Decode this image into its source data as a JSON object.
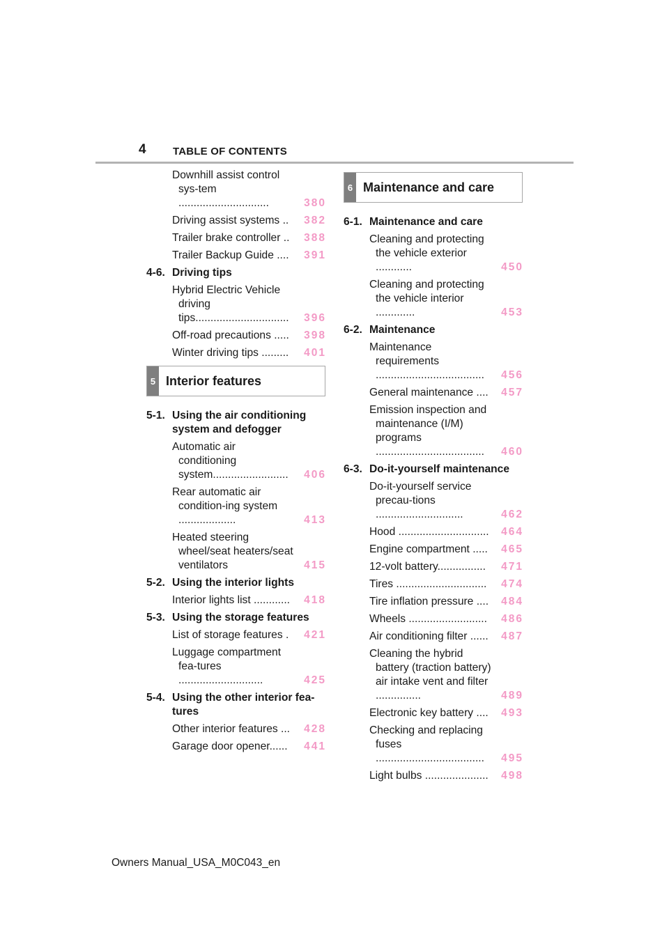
{
  "header": {
    "page_number": "4",
    "title": "TABLE OF CONTENTS"
  },
  "left": {
    "entries_a": [
      {
        "text": "Downhill assist control sys-tem ..............................",
        "page": "380"
      },
      {
        "text": "Driving assist systems ..",
        "page": "382"
      },
      {
        "text": "Trailer brake controller ..",
        "page": "388"
      },
      {
        "text": "Trailer Backup Guide ....",
        "page": "391"
      }
    ],
    "sec_4_6": {
      "num": "4-6.",
      "title": "Driving tips"
    },
    "entries_b": [
      {
        "text": "Hybrid Electric Vehicle driving tips...............................",
        "page": "396"
      },
      {
        "text": "Off-road precautions .....",
        "page": "398"
      },
      {
        "text": "Winter driving tips .........",
        "page": "401"
      }
    ],
    "chapter5": {
      "num": "5",
      "title": "Interior features"
    },
    "sec_5_1": {
      "num": "5-1.",
      "title": "Using the air conditioning system and defogger"
    },
    "entries_c": [
      {
        "text": "Automatic air conditioning system.........................",
        "page": "406"
      },
      {
        "text": "Rear automatic air condition-ing system ...................",
        "page": "413"
      },
      {
        "text": "Heated steering wheel/seat heaters/seat ventilators",
        "page": "415"
      }
    ],
    "sec_5_2": {
      "num": "5-2.",
      "title": "Using the interior lights"
    },
    "entries_d": [
      {
        "text": "Interior lights list ............",
        "page": "418"
      }
    ],
    "sec_5_3": {
      "num": "5-3.",
      "title": "Using the storage features"
    },
    "entries_e": [
      {
        "text": "List of storage features .",
        "page": "421"
      },
      {
        "text": "Luggage compartment fea-tures ............................",
        "page": "425"
      }
    ],
    "sec_5_4": {
      "num": "5-4.",
      "title": "Using the other interior fea-tures"
    },
    "entries_f": [
      {
        "text": "Other interior features ...",
        "page": "428"
      },
      {
        "text": "Garage door opener......",
        "page": "441"
      }
    ]
  },
  "right": {
    "chapter6": {
      "num": "6",
      "title": "Maintenance and care"
    },
    "sec_6_1": {
      "num": "6-1.",
      "title": "Maintenance and care"
    },
    "entries_a": [
      {
        "text": "Cleaning and protecting the vehicle exterior ............",
        "page": "450"
      },
      {
        "text": "Cleaning and protecting the vehicle interior .............",
        "page": "453"
      }
    ],
    "sec_6_2": {
      "num": "6-2.",
      "title": "Maintenance"
    },
    "entries_b": [
      {
        "text": "Maintenance requirements ....................................",
        "page": "456"
      },
      {
        "text": "General maintenance ....",
        "page": "457"
      },
      {
        "text": "Emission inspection and maintenance (I/M) programs ....................................",
        "page": "460"
      }
    ],
    "sec_6_3": {
      "num": "6-3.",
      "title": "Do-it-yourself maintenance"
    },
    "entries_c": [
      {
        "text": "Do-it-yourself service precau-tions .............................",
        "page": "462"
      },
      {
        "text": "Hood ..............................",
        "page": "464"
      },
      {
        "text": "Engine compartment .....",
        "page": "465"
      },
      {
        "text": "12-volt battery................",
        "page": "471"
      },
      {
        "text": "Tires ..............................",
        "page": "474"
      },
      {
        "text": "Tire inflation pressure ....",
        "page": "484"
      },
      {
        "text": "Wheels ..........................",
        "page": "486"
      },
      {
        "text": "Air conditioning filter ......",
        "page": "487"
      },
      {
        "text": "Cleaning the hybrid battery (traction battery) air intake vent and filter ...............",
        "page": "489"
      },
      {
        "text": "Electronic key battery ....",
        "page": "493"
      },
      {
        "text": "Checking and replacing fuses ....................................",
        "page": "495"
      },
      {
        "text": "Light bulbs .....................",
        "page": "498"
      }
    ]
  },
  "footer": {
    "text": "Owners Manual_USA_M0C043_en"
  }
}
